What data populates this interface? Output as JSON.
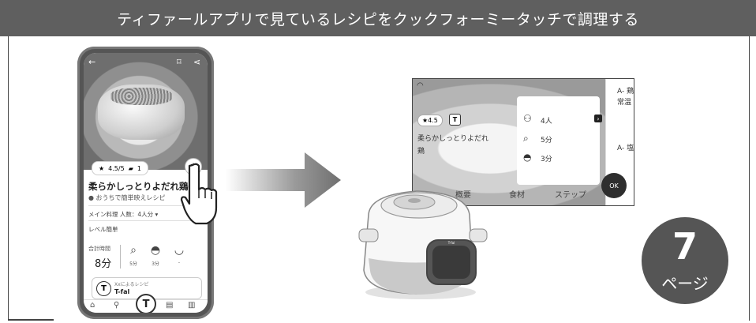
{
  "header": {
    "title": "ティファールアプリで見ているレシピをクックフォーミータッチで調理する"
  },
  "phone_app": {
    "rating": "4.5/5",
    "comments": "1",
    "recipe_title": "柔らかしっとりよだれ鶏",
    "category": "おうちで簡単映えレシピ",
    "meta": "メイン料理 人数：4人分 ▾",
    "level": "レベル簡単",
    "total_time_label": "合計時間",
    "total_time": "8分",
    "prep_time": "5分",
    "cook_time": "3分",
    "rest_time": "-",
    "recipe_by": "Xxによるレシピ",
    "brand": "T-fal",
    "brand_logo": "T",
    "nav": {
      "center": "T"
    }
  },
  "device_screen": {
    "rating": "★4.5",
    "badge": "T",
    "recipe_title_line1": "柔らかしっとりよだれ",
    "recipe_title_line2": "鶏",
    "people": "4人",
    "prep": "5分",
    "cook": "3分",
    "right_line1": "A- 鶏",
    "right_line2": "常温",
    "right_line3": "A- 塩",
    "tabs": [
      "概要",
      "食材",
      "ステップ"
    ],
    "ok_label": "OK"
  },
  "page_badge": {
    "number": "7",
    "label": "ページ"
  }
}
